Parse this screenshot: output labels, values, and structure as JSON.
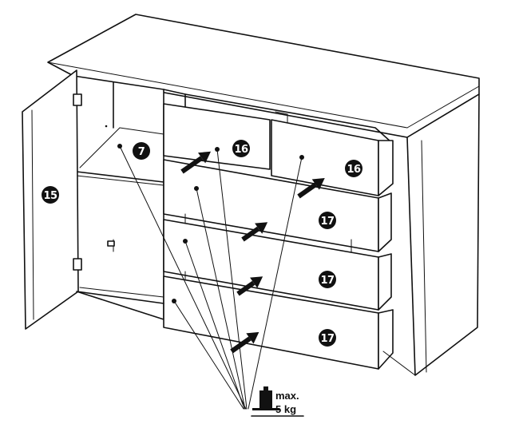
{
  "parts": {
    "door": "15",
    "shelf": "7",
    "top_drawer_left": "16",
    "top_drawer_right": "16",
    "drawer_2": "17",
    "drawer_3": "17",
    "drawer_4": "17"
  },
  "weight_limit": {
    "line1": "max.",
    "line2": "5 kg"
  },
  "icons": [
    "push-arrow-icon",
    "weight-icon",
    "part-number-badge"
  ]
}
